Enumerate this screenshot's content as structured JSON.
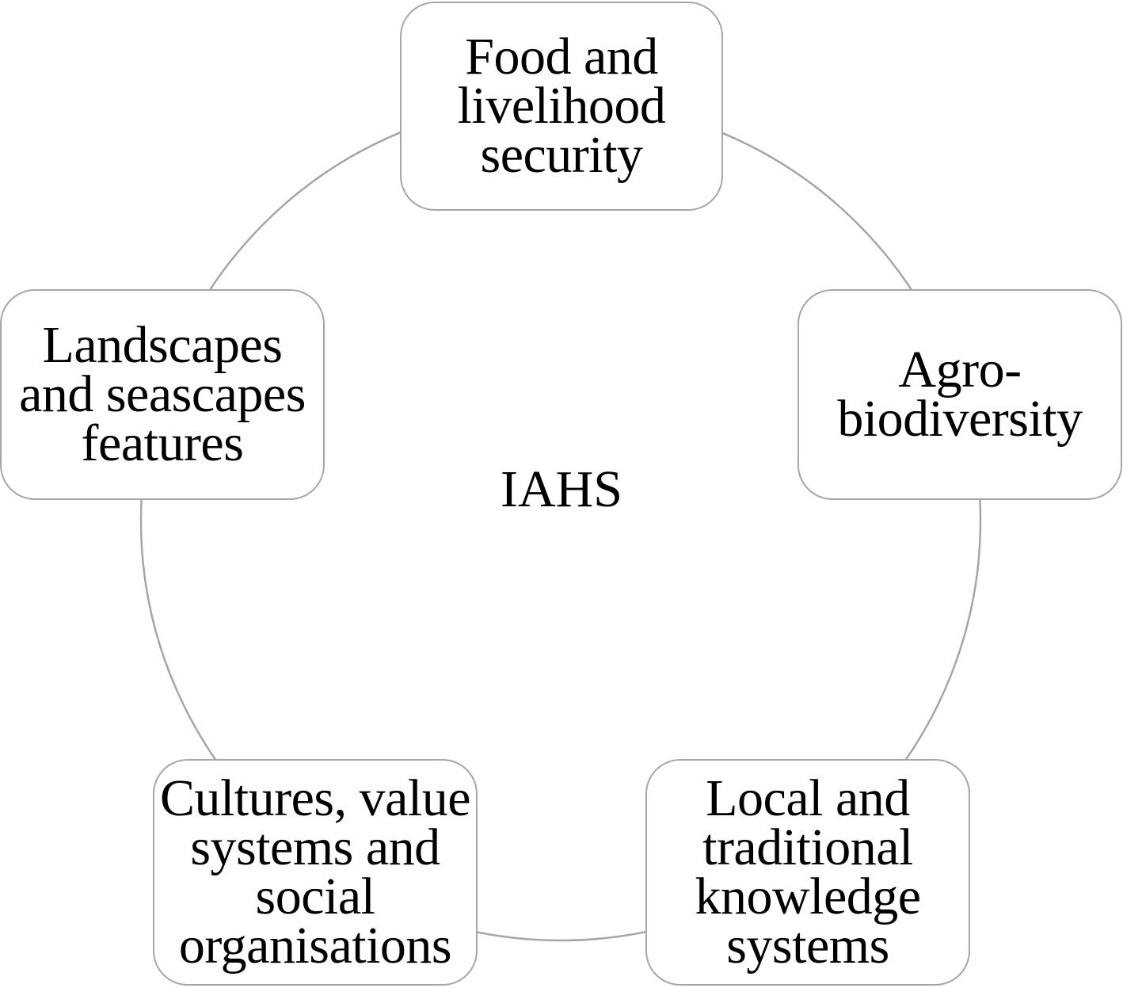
{
  "center": {
    "label": "IAHS"
  },
  "nodes": [
    {
      "id": "food",
      "text": "Food and\nlivelihood\nsecurity"
    },
    {
      "id": "agro",
      "text": "Agro-\nbiodiversity"
    },
    {
      "id": "local",
      "text": "Local and\ntraditional\nknowledge\nsystems"
    },
    {
      "id": "cultures",
      "text": "Cultures, value\nsystems and\nsocial\norganisations"
    },
    {
      "id": "landscapes",
      "text": "Landscapes\nand seascapes\nfeatures"
    }
  ],
  "colors": {
    "ring": "#a6a6a6",
    "border": "#a6a6a6",
    "text": "#000000",
    "background": "#ffffff"
  }
}
